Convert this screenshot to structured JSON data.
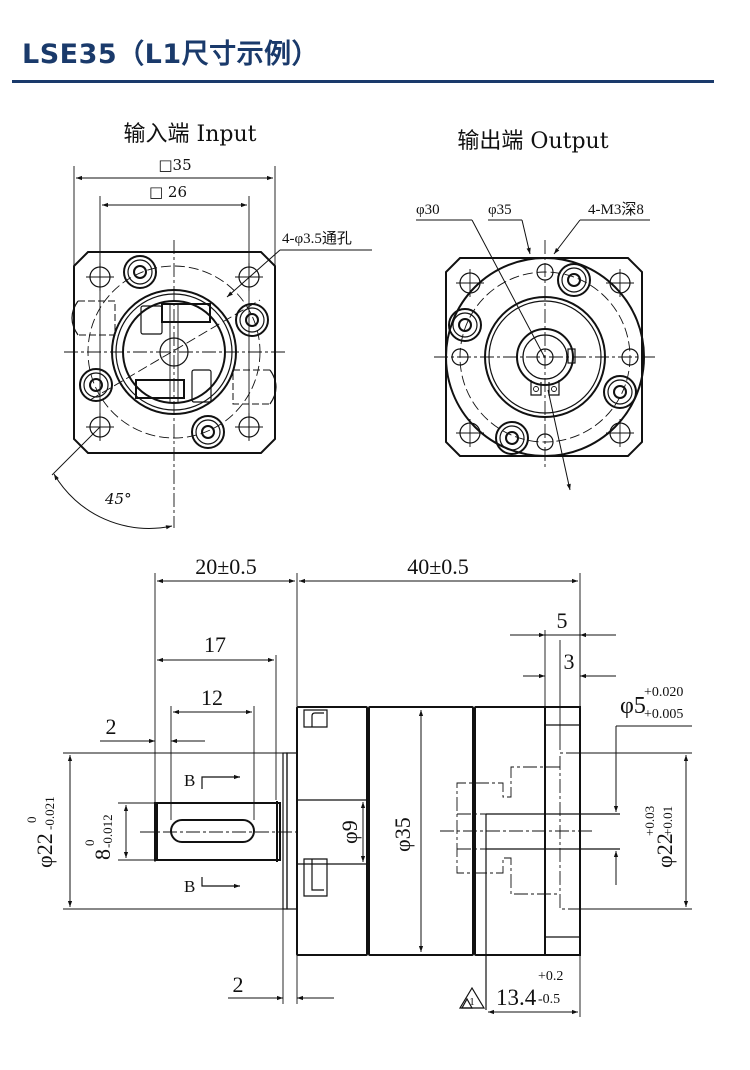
{
  "header": {
    "title": "LSE35（L1尺寸示例）",
    "accent_color": "#1a3a6b"
  },
  "input_view": {
    "title": "输入端 Input",
    "outer_square": "□35",
    "bolt_square": "□ 26",
    "holes_callout": "4-φ3.5通孔",
    "angle": "45°"
  },
  "output_view": {
    "title": "输出端 Output",
    "dia_a": "φ30",
    "dia_b": "φ35",
    "thread_callout": "4-M3深8"
  },
  "side_view": {
    "len_input": "20±0.5",
    "len_body": "40±0.5",
    "len_17": "17",
    "key_len": "12",
    "key_offset": "2",
    "flange_gap": "2",
    "out_5": "5",
    "out_3": "3",
    "shaft_dia_main": "φ22",
    "shaft_dia_main_upper": "0",
    "shaft_dia_main_lower": "-0.021",
    "key_width_main": "8",
    "key_width_upper": "0",
    "key_width_lower": "-0.012",
    "input_bore": "φ9",
    "body_dia": "φ35",
    "out_bore_main": "φ5",
    "out_bore_upper": "+0.020",
    "out_bore_lower": "+0.005",
    "pilot_main": "φ22",
    "pilot_upper": "+0.03",
    "pilot_lower": "+0.01",
    "l1_main": "13.4",
    "l1_upper": "+0.2",
    "l1_lower": "-0.5",
    "l1_marker": "1",
    "section_label": "B"
  }
}
